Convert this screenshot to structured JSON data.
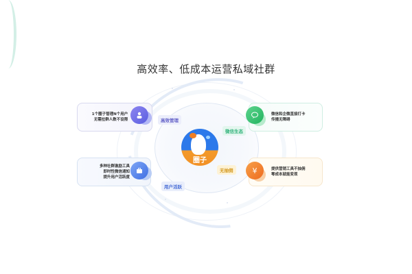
{
  "title": "高效率、低成本运营私域社群",
  "center": {
    "logo_text": "圈子"
  },
  "tags": {
    "efficient": "高效管理",
    "wechat": "微信生态",
    "no_commission": "无抽佣",
    "activity": "用户活跃"
  },
  "cards": [
    {
      "id": "manage",
      "lines": [
        "1个圈子管理N个用户",
        "无需拉群人数不设限"
      ],
      "icon": "users-icon",
      "color": "#5a5ee0"
    },
    {
      "id": "wechat",
      "lines": [
        "微信和企微直接打卡",
        "传播无障碍"
      ],
      "icon": "chat-bubble-icon",
      "color": "#21b35e"
    },
    {
      "id": "tools",
      "lines": [
        "多种社群激励工具",
        "即时性微信通知",
        "提升用户活跃度"
      ],
      "icon": "briefcase-icon",
      "color": "#3f6fe3"
    },
    {
      "id": "revenue",
      "lines": [
        "提供营销工具不抽佣",
        "零成本就能变现"
      ],
      "icon": "yen-icon",
      "color": "#ee6b1e"
    }
  ]
}
